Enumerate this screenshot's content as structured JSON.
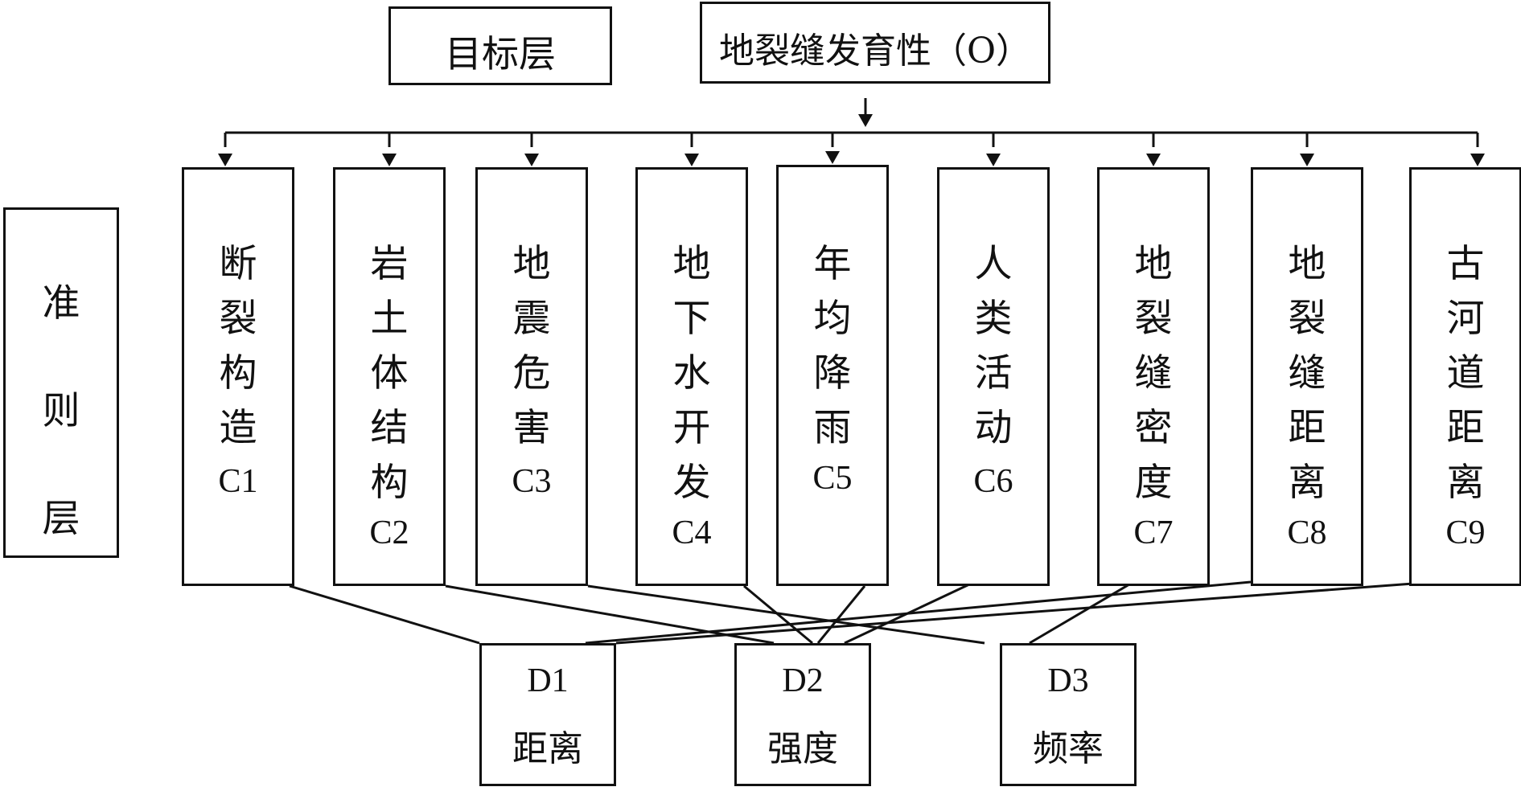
{
  "header": {
    "target_layer_label": "目标层",
    "goal": "地裂缝发育性（O）"
  },
  "criteria_layer": {
    "label_chars": [
      "准",
      "则",
      "层"
    ]
  },
  "criteria": [
    {
      "chars": [
        "断",
        "裂",
        "构",
        "造"
      ],
      "code": "C1"
    },
    {
      "chars": [
        "岩",
        "土",
        "体",
        "结",
        "构"
      ],
      "code": "C2"
    },
    {
      "chars": [
        "地",
        "震",
        "危",
        "害"
      ],
      "code": "C3"
    },
    {
      "chars": [
        "地",
        "下",
        "水",
        "开",
        "发"
      ],
      "code": "C4"
    },
    {
      "chars": [
        "年",
        "均",
        "降",
        "雨"
      ],
      "code": "C5"
    },
    {
      "chars": [
        "人",
        "类",
        "活",
        "动"
      ],
      "code": "C6"
    },
    {
      "chars": [
        "地",
        "裂",
        "缝",
        "密",
        "度"
      ],
      "code": "C7"
    },
    {
      "chars": [
        "地",
        "裂",
        "缝",
        "距",
        "离"
      ],
      "code": "C8"
    },
    {
      "chars": [
        "古",
        "河",
        "道",
        "距",
        "离"
      ],
      "code": "C9"
    }
  ],
  "indicators": [
    {
      "code": "D1",
      "name": "距离"
    },
    {
      "code": "D2",
      "name": "强度"
    },
    {
      "code": "D3",
      "name": "频率"
    }
  ],
  "links": [
    {
      "from": "C1",
      "to": "D1"
    },
    {
      "from": "C2",
      "to": "D2"
    },
    {
      "from": "C3",
      "to": "D3"
    },
    {
      "from": "C4",
      "to": "D2"
    },
    {
      "from": "C5",
      "to": "D2"
    },
    {
      "from": "C6",
      "to": "D2"
    },
    {
      "from": "C7",
      "to": "D3"
    },
    {
      "from": "C8",
      "to": "D1"
    },
    {
      "from": "C9",
      "to": "D1"
    }
  ]
}
